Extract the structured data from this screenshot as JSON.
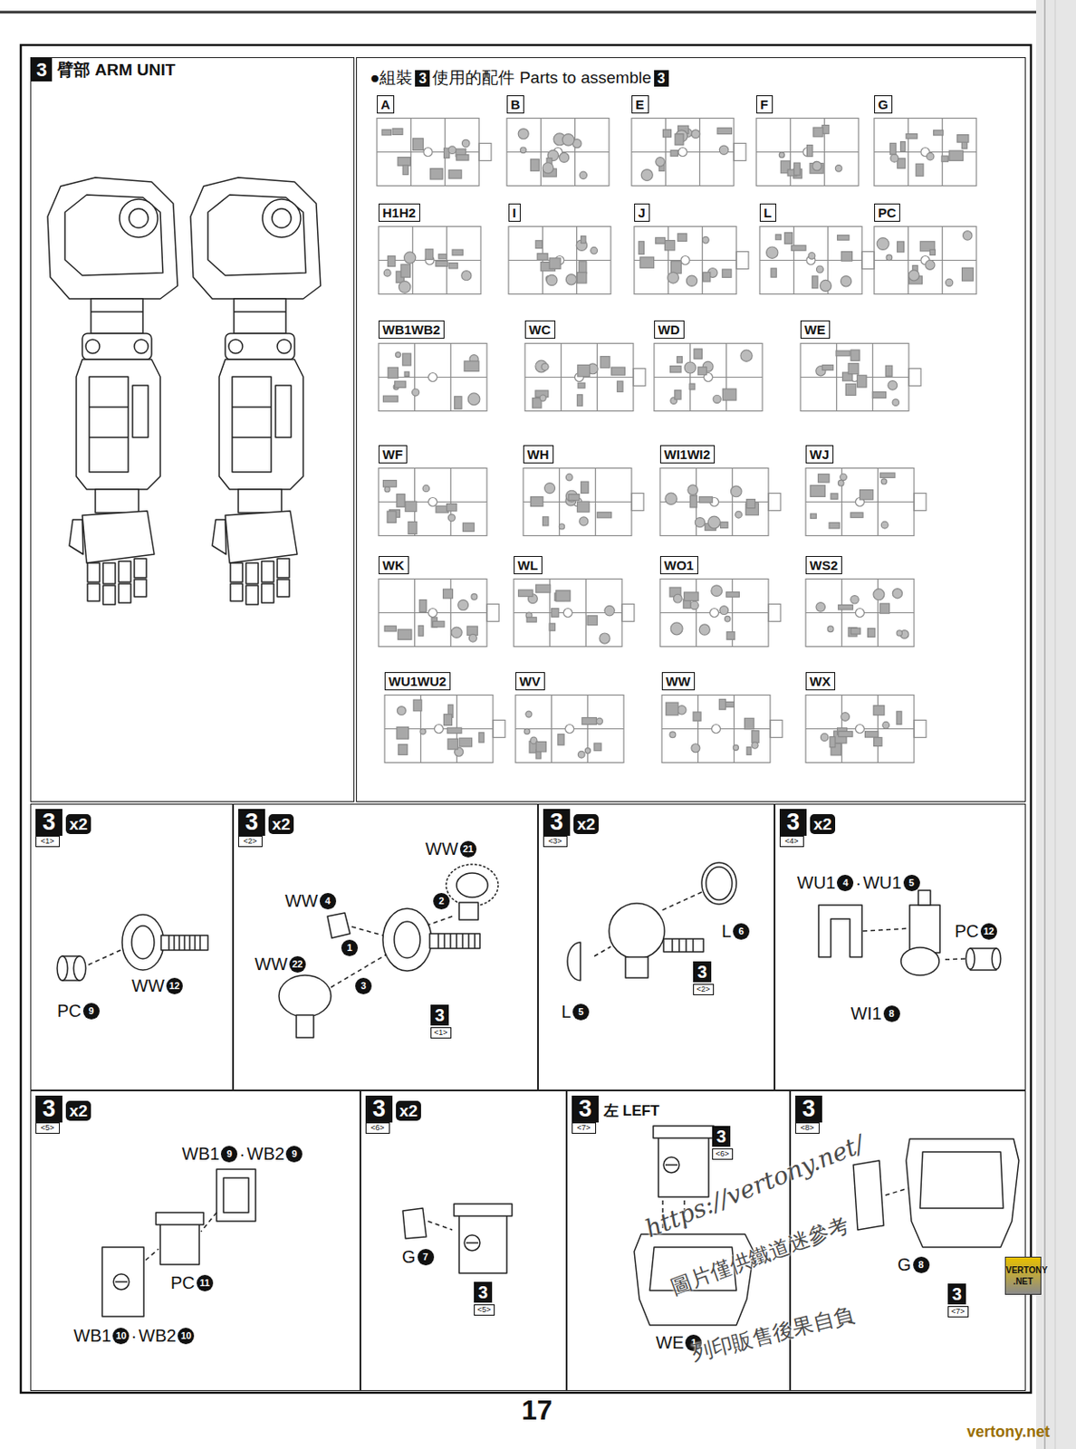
{
  "diagram": {
    "nodes": [
      {
        "text": [
          "3",
          "臂部 ARM UNIT"
        ]
      },
      {
        "text": [
          "●組裝",
          "3",
          "使用的配件 Parts to assemble",
          "3"
        ]
      },
      {
        "text": [
          "A"
        ],
        "in": 1
      },
      {
        "text": [
          "B"
        ],
        "in": 1
      },
      {
        "text": [
          "E"
        ],
        "in": 1
      },
      {
        "text": [
          "F"
        ],
        "in": 1
      },
      {
        "text": [
          "G"
        ],
        "in": 1
      },
      {
        "text": [
          "H1H2"
        ],
        "in": 1
      },
      {
        "text": [
          "I"
        ],
        "in": 1
      },
      {
        "text": [
          "J"
        ],
        "in": 1
      },
      {
        "text": [
          "L"
        ],
        "in": 1
      },
      {
        "text": [
          "PC"
        ],
        "in": 1
      },
      {
        "text": [
          "WB1WB2"
        ],
        "in": 1
      },
      {
        "text": [
          "WC"
        ],
        "in": 1
      },
      {
        "text": [
          "WD"
        ],
        "in": 1
      },
      {
        "text": [
          "WE"
        ],
        "in": 1
      },
      {
        "text": [
          "WF"
        ],
        "in": 1
      },
      {
        "text": [
          "WH"
        ],
        "in": 1
      },
      {
        "text": [
          "WI1WI2"
        ],
        "in": 1
      },
      {
        "text": [
          "WJ"
        ],
        "in": 1
      },
      {
        "text": [
          "WK"
        ],
        "in": 1
      },
      {
        "text": [
          "WL"
        ],
        "in": 1
      },
      {
        "text": [
          "WO1"
        ],
        "in": 1
      },
      {
        "text": [
          "WS2"
        ],
        "in": 1
      },
      {
        "text": [
          "WU1WU2"
        ],
        "in": 1
      },
      {
        "text": [
          "WV"
        ],
        "in": 1
      },
      {
        "text": [
          "WW"
        ],
        "in": 1
      },
      {
        "text": [
          "WX"
        ],
        "in": 1
      },
      {
        "text": [
          "3",
          "<1>",
          "x2"
        ]
      },
      {
        "text": [
          "3",
          "<2>",
          "x2"
        ]
      },
      {
        "text": [
          "3",
          "<3>",
          "x2"
        ]
      },
      {
        "text": [
          "3",
          "<4>",
          "x2"
        ]
      },
      {
        "text": [
          "3",
          "<5>",
          "x2"
        ]
      },
      {
        "text": [
          "3",
          "<6>",
          "x2"
        ]
      },
      {
        "text": [
          "3",
          "<7>",
          "左 LEFT"
        ]
      },
      {
        "text": [
          "3",
          "<8>"
        ]
      }
    ],
    "labels": [
      "PC",
      "9",
      "WW",
      "12",
      "WW",
      "4",
      "WW",
      "21",
      "WW",
      "22",
      "1",
      "2",
      "3",
      "3",
      "<1>",
      "L",
      "6",
      "L",
      "5",
      "3",
      "<2>",
      "WU1",
      "4",
      "·",
      "WU1",
      "5",
      "PC",
      "12",
      "WI1",
      "8",
      "WB1",
      "9",
      "·",
      "WB2",
      "9",
      "PC",
      "11",
      "WB1",
      "10",
      "·",
      "WB2",
      "10",
      "G",
      "7",
      "3",
      "<5>",
      "3",
      "<6>",
      "WE",
      "1",
      "G",
      "8",
      "3",
      "<7>",
      "https://vertony.net/",
      "圖片僅供鐵道迷參考",
      "列印販售後果自負",
      "VERTONY .NET",
      "vertony.net",
      "17"
    ]
  }
}
